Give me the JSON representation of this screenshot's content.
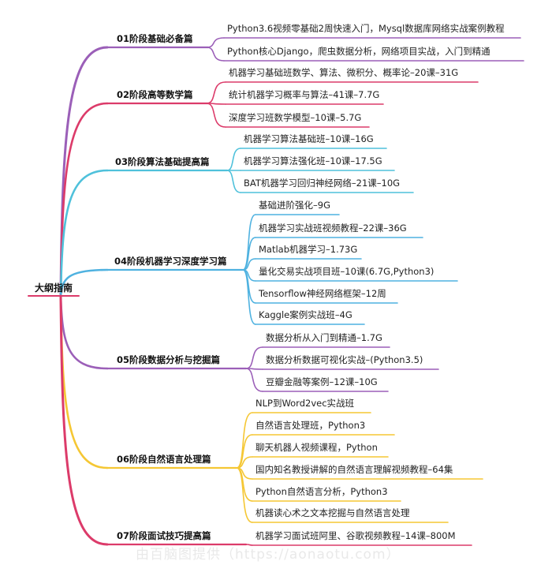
{
  "root": {
    "label": "大纲指南"
  },
  "branches": [
    {
      "label": "01阶段基础必备篇",
      "color": "#9b5fb8",
      "leaves": [
        "Python3.6视频零基础2周快速入门，Mysql数据库网络实战案例教程",
        "Python核心Django，爬虫数据分析，网络项目实战，入门到精通"
      ]
    },
    {
      "label": "02阶段高等数学篇",
      "color": "#dc3b6a",
      "leaves": [
        "机器学习基础班数学、算法、微积分、概率论–20课–31G",
        "统计机器学习概率与算法–41课–7.7G",
        "深度学习班数学模型–10课–5.7G"
      ]
    },
    {
      "label": "03阶段算法基础提高篇",
      "color": "#4fc1db",
      "leaves": [
        "机器学习算法基础班–10课–16G",
        "机器学习算法强化班–10课–17.5G",
        "BAT机器学习回归神经网络–21课–10G"
      ]
    },
    {
      "label": "04阶段机器学习深度学习篇",
      "color": "#4fb2e0",
      "leaves": [
        "基础进阶强化–9G",
        "机器学习实战班视频教程–22课–36G",
        "Matlab机器学习–1.73G",
        "量化交易实战项目班–10课(6.7G,Python3)",
        "Tensorflow神经网络框架–12周",
        "Kaggle案例实战班–4G"
      ]
    },
    {
      "label": "05阶段数据分析与挖掘篇",
      "color": "#9b5fb8",
      "leaves": [
        "数据分析从入门到精通–1.7G",
        "数据分析数据可视化实战–(Python3.5)",
        "豆瓣金融等案例–12课–10G"
      ]
    },
    {
      "label": "06阶段自然语言处理篇",
      "color": "#f5c734",
      "leaves": [
        "NLP到Word2vec实战班",
        "自然语言处理班，Python3",
        "聊天机器人视频课程，Python",
        "国内知名教授讲解的自然语言理解视频教程–64集",
        "Python自然语言分析，Python3",
        "机器读心术之文本挖掘与自然语言处理"
      ]
    },
    {
      "label": "07阶段面试技巧提高篇",
      "color": "#dc3b6a",
      "leaves": [
        "机器学习面试班阿里、谷歌视频教程–14课–800M"
      ]
    }
  ],
  "watermark": {
    "text": "由百脑图提供（https://aonaotu.com）"
  }
}
